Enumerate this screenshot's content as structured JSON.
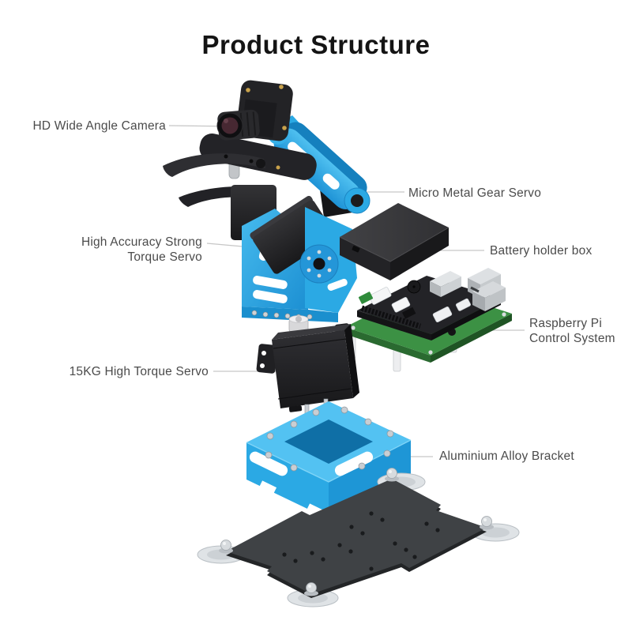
{
  "title": "Product Structure",
  "labels": {
    "hd_camera": {
      "text": "HD Wide Angle Camera"
    },
    "micro_servo": {
      "text": "Micro Metal Gear Servo"
    },
    "torque_servo": {
      "lines": [
        "High Accuracy Strong",
        "Torque Servo"
      ]
    },
    "battery_box": {
      "text": "Battery holder box"
    },
    "raspberry_pi": {
      "lines": [
        "Raspberry Pi",
        "Control System"
      ]
    },
    "servo_15kg": {
      "text": "15KG High Torque Servo"
    },
    "alu_bracket": {
      "text": "Aluminium Alloy Bracket"
    }
  },
  "colors": {
    "background": "#FFFFFF",
    "accent_blue": "#2BA9E4",
    "accent_blue_light": "#53C2F2",
    "accent_blue_dark": "#1E93D6",
    "part_black": "#232326",
    "pcb_green": "#3C9144",
    "metal_silver": "#D7DBDE",
    "label_text": "#4B4B4B",
    "leader_line": "#C6C6C6",
    "title_text": "#141414"
  }
}
